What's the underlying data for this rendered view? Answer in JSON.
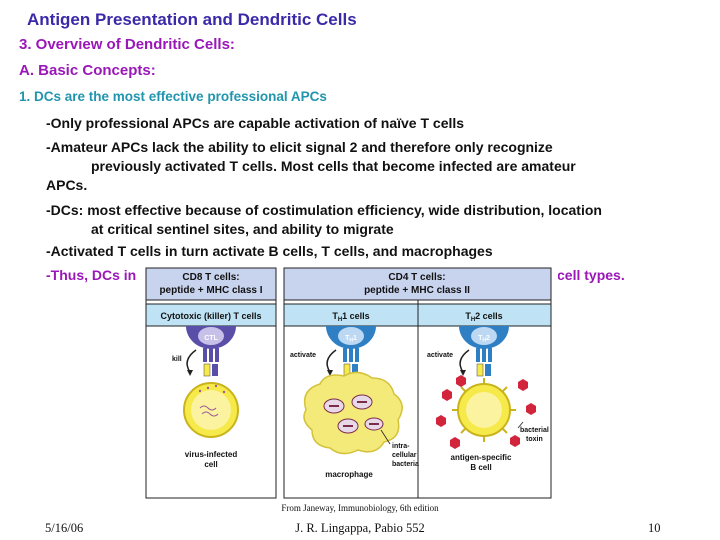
{
  "slide": {
    "title": "Antigen Presentation and Dendritic Cells",
    "section": "3. Overview of Dendritic Cells:",
    "subsection": "A.  Basic Concepts:",
    "point": "1. DCs are the most effective professional APCs",
    "bullets": {
      "b1": "-Only professional APCs are capable activation of naïve T cells",
      "b2_line1": "-Amateur APCs lack the ability to elicit signal 2 and therefore only recognize",
      "b2_line2": "previously activated T cells.  Most cells that become infected are amateur",
      "b2_line3": "APCs.",
      "b3_line1": "-DCs: most effective because of costimulation efficiency, wide distribution, location",
      "b3_line2": "at critical sentinel sites, and ability to migrate",
      "b4": "-Activated T cells in turn activate B cells, T cells, and macrophages",
      "b5_start": "-Thus, DCs in",
      "b5_end": "cell types."
    }
  },
  "figure": {
    "cd8_header_line1": "CD8 T cells:",
    "cd8_header_line2": "peptide + MHC class I",
    "cd4_header_line1": "CD4 T cells:",
    "cd4_header_line2": "peptide + MHC class II",
    "col1_subheader": "Cytotoxic (killer) T cells",
    "col2_subheader_pre": "T",
    "col2_subheader_sub": "H",
    "col2_subheader_post": "1  cells",
    "col3_subheader_pre": "T",
    "col3_subheader_sub": "H",
    "col3_subheader_post": "2  cells",
    "ctl_label": "CTL",
    "th1_label_pre": "T",
    "th1_label_sub": "H",
    "th1_label_post": "1",
    "th2_label_pre": "T",
    "th2_label_sub": "H",
    "th2_label_post": "2",
    "kill_label": "kill",
    "activate_label_1": "activate",
    "activate_label_2": "activate",
    "target1_line1": "virus-infected",
    "target1_line2": "cell",
    "target2": "macrophage",
    "bacteria_line1": "intra-",
    "bacteria_line2": "cellular",
    "bacteria_line3": "bacteria",
    "target3_line1": "antigen-specific",
    "target3_line2": "B cell",
    "toxin_line1": "bacterial",
    "toxin_line2": "toxin",
    "colors": {
      "header_bg": "#c8d3ee",
      "subheader_bg": "#bfe3f4",
      "ctl_purple": "#5a4fa8",
      "th_blue": "#2f7fc4",
      "yellow_cell": "#f6e94a",
      "toxin_red": "#d2253c"
    }
  },
  "credit": "From Janeway, Immunobiology, 6th edition",
  "footer": {
    "date": "5/16/06",
    "author": "J. R. Lingappa, Pabio 552",
    "page": "10"
  }
}
